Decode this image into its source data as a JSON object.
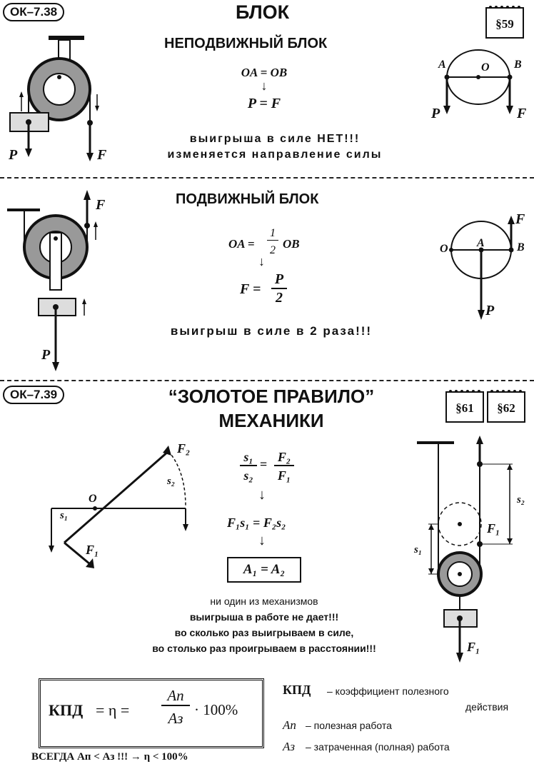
{
  "section1": {
    "badge": "ОК–7.38",
    "title": "БЛОК",
    "para": "§59",
    "fixed": {
      "heading": "НЕПОДВИЖНЫЙ БЛОК",
      "eq1": "OA = OB",
      "arrow": "↓",
      "eq2": "P = F",
      "note1": "выигрыша в силе НЕТ!!!",
      "note2": "изменяется направление силы",
      "labels": {
        "a": "A",
        "o": "O",
        "b": "B",
        "p": "P",
        "f": "F"
      }
    },
    "movable": {
      "heading": "ПОДВИЖНЫЙ БЛОК",
      "eq1_left": "OA =",
      "eq1_num": "1",
      "eq1_den": "2",
      "eq1_right": "OB",
      "arrow": "↓",
      "eq2_left": "F =",
      "eq2_num": "P",
      "eq2_den": "2",
      "note": "выигрыш в силе в 2 раза!!!",
      "labels": {
        "o": "O",
        "a": "A",
        "b": "B",
        "p": "P",
        "f": "F"
      }
    }
  },
  "section2": {
    "badge": "ОК–7.39",
    "title_line1": "“ЗОЛОТОЕ ПРАВИЛО”",
    "title_line2": "МЕХАНИКИ",
    "para1": "§61",
    "para2": "§62",
    "formula": {
      "s1": "s₁",
      "s2": "s₂",
      "f2": "F₂",
      "f1": "F₁",
      "eq": "=",
      "arrow": "↓",
      "product": "F₁s₁ = F₂s₂",
      "work": "A₁ = A₂"
    },
    "rule": {
      "line1": "ни один из механизмов",
      "line2": "выигрыша в работе не дает!!!",
      "line3": "во сколько раз выигрываем в силе,",
      "line4": "во столько раз проигрываем в расстоянии!!!"
    },
    "lever_labels": {
      "o": "O",
      "s1": "s₁",
      "s2": "s₂",
      "f1": "F₁",
      "f2": "F₂"
    },
    "pulley_labels": {
      "s1": "s₁",
      "s2": "s₂",
      "f1": "F₁",
      "f1b": "F₁"
    }
  },
  "efficiency": {
    "kpd": "КПД",
    "eq": "= η =",
    "num": "Aп",
    "den": "Aз",
    "times": "· 100%",
    "always": "ВСЕГДА  Aп < Aз  !!! → η < 100%",
    "def_kpd_term": "КПД",
    "def_kpd": "– коэффициент полезного",
    "def_kpd2": "действия",
    "def_ap_term": "Aп",
    "def_ap": "– полезная работа",
    "def_az_term": "Aз",
    "def_az": "– затраченная (полная) работа"
  }
}
